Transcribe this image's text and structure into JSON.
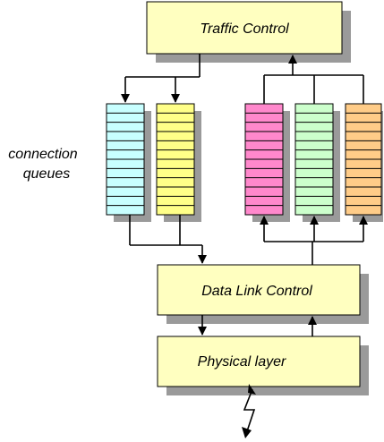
{
  "diagram": {
    "boxes": {
      "traffic_control": "Traffic Control",
      "data_link_control": "Data Link Control",
      "physical_layer": "Physical layer"
    },
    "side_label": {
      "line1": "connection",
      "line2": "queues"
    },
    "colors": {
      "box_fill": "#ffffc0",
      "shadow": "#9a9a9a",
      "queue_cyan": "#c8ffff",
      "queue_yellow": "#ffff88",
      "queue_pink": "#ff88cc",
      "queue_green": "#ccffcc",
      "queue_orange": "#ffcc88"
    }
  }
}
